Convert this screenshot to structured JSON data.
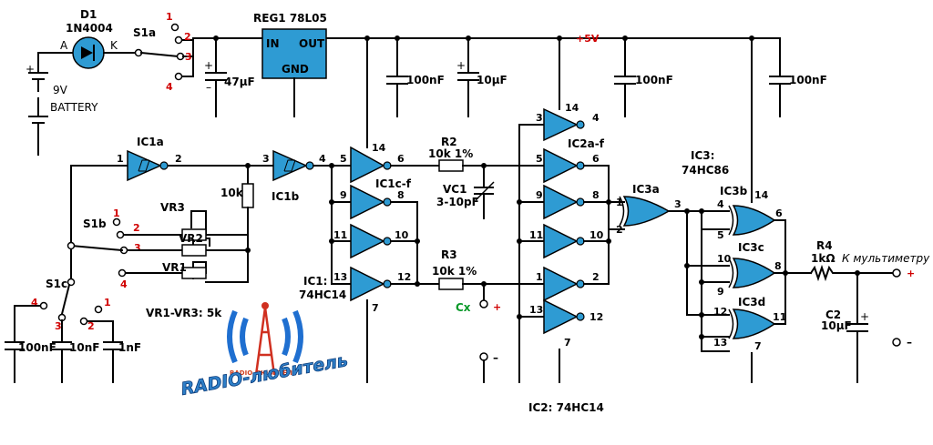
{
  "battery": {
    "ref": "9V",
    "name": "BATTERY"
  },
  "diode": {
    "ref": "D1",
    "part": "1N4004",
    "anode": "A",
    "cathode": "K"
  },
  "regulator": {
    "ref": "REG1 78L05",
    "in": "IN",
    "out": "OUT",
    "gnd": "GND"
  },
  "supply_label": "+5V",
  "switches": {
    "s1a": "S1a",
    "s1b": "S1b",
    "s1c": "S1c",
    "positions": [
      "1",
      "2",
      "3",
      "4"
    ]
  },
  "caps": {
    "c_47u": "47µF",
    "c_100n_a": "100nF",
    "c_10u": "10µF",
    "c_100n_b": "100nF",
    "c_100n_c": "100nF",
    "s1c_100n": "100nF",
    "s1c_10n": "10nF",
    "s1c_1n": "1nF",
    "c2_ref": "C2",
    "c2_val": "10µF"
  },
  "pots": {
    "vr1": "VR1",
    "vr2": "VR2",
    "vr3": "VR3",
    "note": "VR1-VR3: 5k"
  },
  "resistors": {
    "r_fb": "10k",
    "r2_ref": "R2",
    "r2_val": "10k 1%",
    "r3_ref": "R3",
    "r3_val": "10k 1%",
    "r4_ref": "R4",
    "r4_val": "1kΩ"
  },
  "trimmer": {
    "ref": "VC1",
    "val": "3-10pF"
  },
  "ics": {
    "ic1a": "IC1a",
    "ic1b": "IC1b",
    "ic1cf": "IC1c-f",
    "ic1_ref": "IC1:",
    "ic1_part": "74HC14",
    "ic2af": "IC2a-f",
    "ic2_note": "IC2: 74HC14",
    "ic3a": "IC3a",
    "ic3b": "IC3b",
    "ic3c": "IC3c",
    "ic3d": "IC3d",
    "ic3_ref": "IC3:",
    "ic3_part": "74HC86"
  },
  "cx": {
    "label": "Cx",
    "plus": "+",
    "minus": "–"
  },
  "output": {
    "label": "К мультиметру",
    "plus": "+",
    "minus": "–"
  },
  "logo": {
    "main": "RADIO-любитель",
    "small": "RADIO-ЛЮБИТЕЛЬ"
  },
  "colors": {
    "gate": "#2e9bd3",
    "regulator": "#2e9bd3",
    "pin_red": "#d00000",
    "cx_green": "#0a9a2a"
  }
}
